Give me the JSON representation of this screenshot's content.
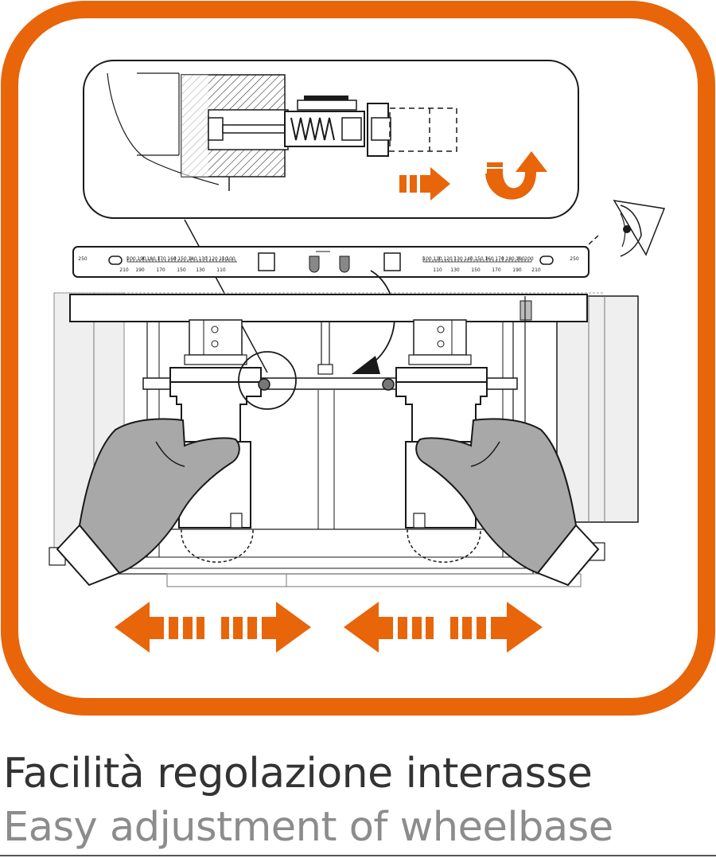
{
  "caption": {
    "italian": "Facilità regolazione interasse",
    "english": "Easy adjustment of wheelbase"
  },
  "colors": {
    "accent": "#e8650a",
    "glove": "#a8a8a8",
    "line": "#1a1a1a"
  },
  "ruler": {
    "left_top": [
      "250",
      "200",
      "190",
      "180",
      "170",
      "160",
      "150",
      "140",
      "130",
      "120",
      "110",
      "100"
    ],
    "left_bottom": [
      "210",
      "190",
      "170",
      "150",
      "130",
      "110"
    ],
    "right_top": [
      "100",
      "110",
      "120",
      "130",
      "140",
      "150",
      "160",
      "170",
      "180",
      "190",
      "200",
      "250"
    ],
    "right_bottom": [
      "110",
      "130",
      "150",
      "170",
      "190",
      "210"
    ]
  },
  "icons": [
    "eye-icon",
    "right-arrow-icon",
    "curved-arrow-icon",
    "left-arrow-icon",
    "hand-icon",
    "magnifier-circle-icon"
  ]
}
